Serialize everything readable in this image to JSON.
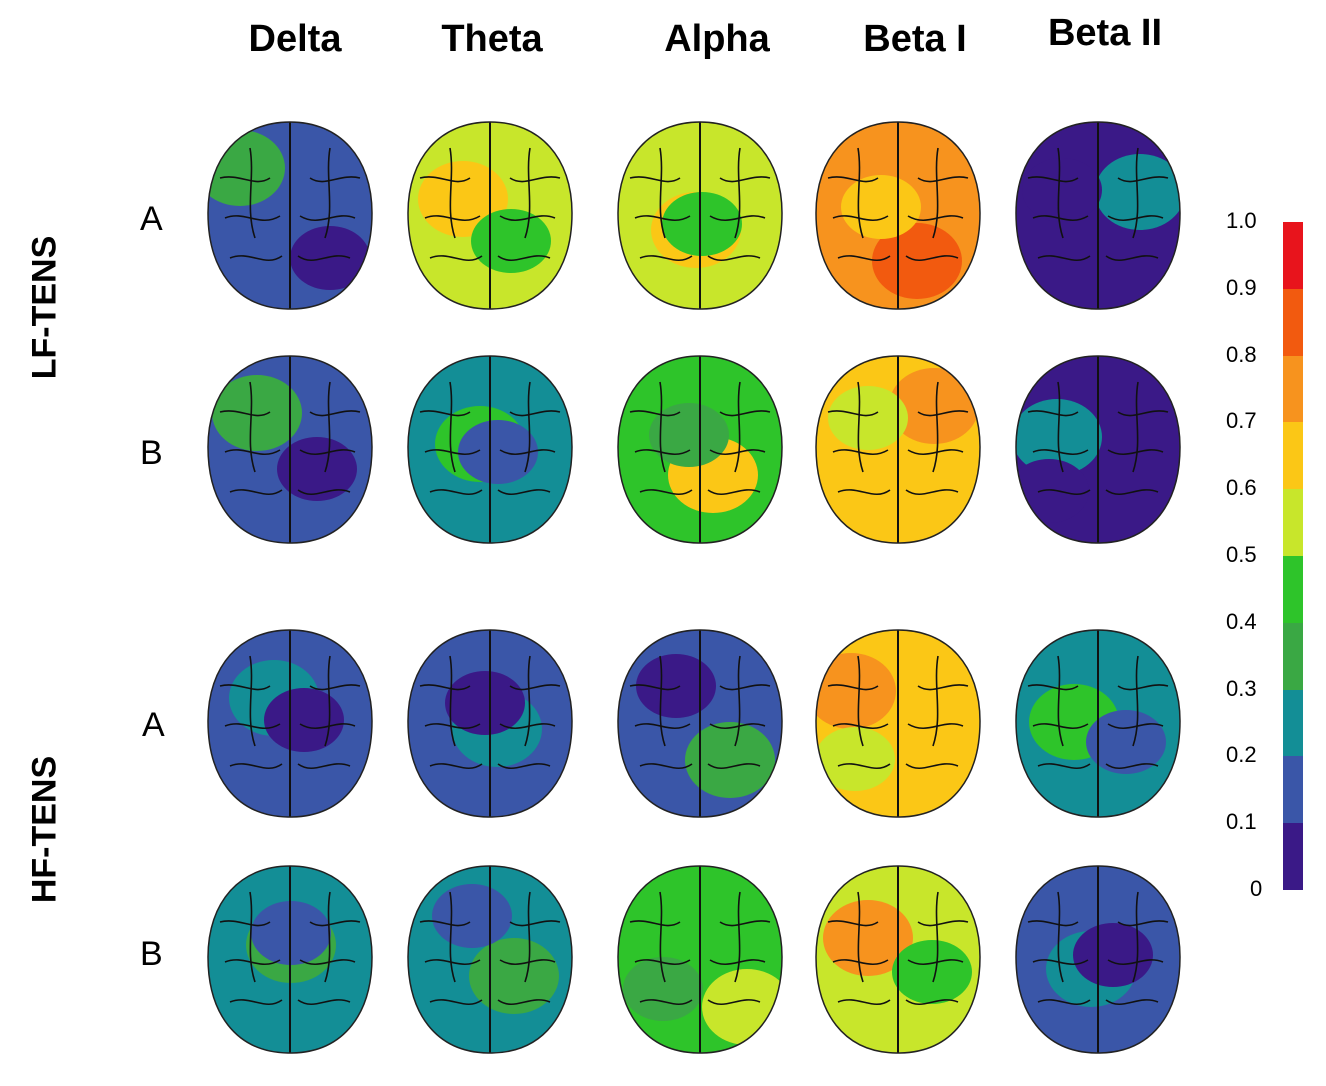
{
  "bands": [
    "Delta",
    "Theta",
    "Alpha",
    "Beta I",
    "Beta II"
  ],
  "groups": [
    {
      "label": "LF-TENS",
      "rows": [
        {
          "label": "A",
          "values": [
            0.2,
            0.55,
            0.55,
            0.75,
            0.1
          ]
        },
        {
          "label": "B",
          "values": [
            0.2,
            0.3,
            0.5,
            0.65,
            0.1
          ]
        }
      ]
    },
    {
      "label": "HF-TENS",
      "rows": [
        {
          "label": "A",
          "values": [
            0.15,
            0.15,
            0.2,
            0.65,
            0.3
          ]
        },
        {
          "label": "B",
          "values": [
            0.25,
            0.25,
            0.45,
            0.6,
            0.15
          ]
        }
      ]
    }
  ],
  "colorbar": {
    "ticks": [
      "1.0",
      "0.9",
      "0.8",
      "0.7",
      "0.6",
      "0.5",
      "0.4",
      "0.3",
      "0.2",
      "0.1",
      "0"
    ],
    "colors": [
      "#e8141c",
      "#f25a0f",
      "#f7931e",
      "#fbc716",
      "#c8e62b",
      "#2ec42a",
      "#3aa844",
      "#138e96",
      "#3a56a8",
      "#3a1987"
    ]
  }
}
